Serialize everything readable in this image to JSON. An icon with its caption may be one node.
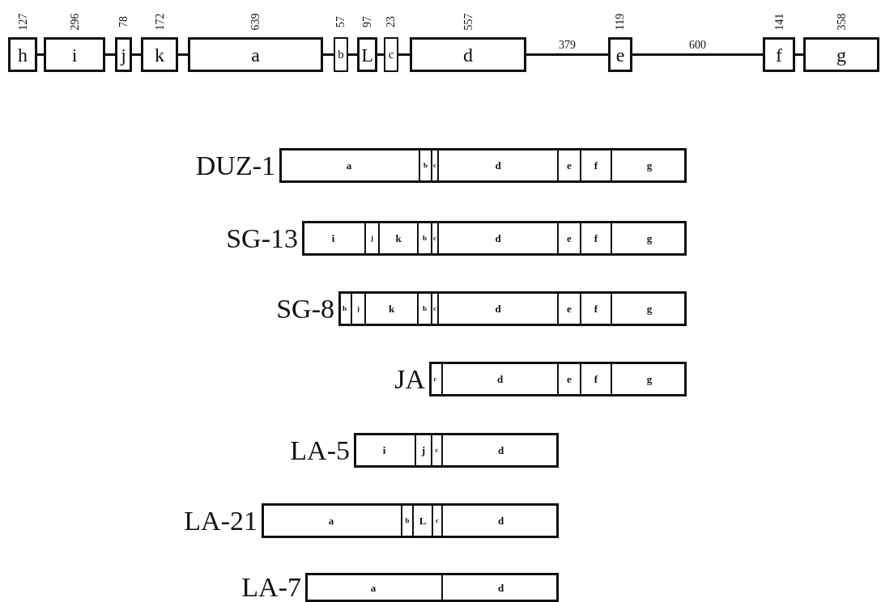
{
  "diagram": {
    "nodes": [
      {
        "text": [
          "h"
        ],
        "beside": [
          "127"
        ]
      },
      {
        "text": [
          "i"
        ],
        "beside": [
          "296"
        ]
      },
      {
        "text": [
          "j"
        ],
        "beside": [
          "78"
        ]
      },
      {
        "text": [
          "k"
        ],
        "beside": [
          "172"
        ]
      },
      {
        "text": [
          "a"
        ],
        "beside": [
          "639"
        ]
      },
      {
        "text": [
          "b"
        ],
        "beside": [
          "57"
        ]
      },
      {
        "text": [
          "L"
        ],
        "beside": [
          "97"
        ]
      },
      {
        "text": [
          "c"
        ],
        "beside": [
          "23"
        ]
      },
      {
        "text": [
          "d"
        ],
        "beside": [
          "557"
        ]
      },
      {
        "text": [
          "e"
        ],
        "beside": [
          "119"
        ]
      },
      {
        "text": [
          "f"
        ],
        "beside": [
          "141"
        ]
      },
      {
        "text": [
          "g"
        ],
        "beside": [
          "358"
        ]
      },
      {
        "text": [
          "DUZ-1"
        ]
      },
      {
        "text": [
          "a"
        ],
        "in": 12
      },
      {
        "text": [
          "b"
        ],
        "in": 12
      },
      {
        "text": [
          "c"
        ],
        "in": 12
      },
      {
        "text": [
          "d"
        ],
        "in": 12
      },
      {
        "text": [
          "e"
        ],
        "in": 12
      },
      {
        "text": [
          "f"
        ],
        "in": 12
      },
      {
        "text": [
          "g"
        ],
        "in": 12
      },
      {
        "text": [
          "SG-13"
        ]
      },
      {
        "text": [
          "i"
        ],
        "in": 20
      },
      {
        "text": [
          "j"
        ],
        "in": 20
      },
      {
        "text": [
          "k"
        ],
        "in": 20
      },
      {
        "text": [
          "b"
        ],
        "in": 20
      },
      {
        "text": [
          "c"
        ],
        "in": 20
      },
      {
        "text": [
          "d"
        ],
        "in": 20
      },
      {
        "text": [
          "e"
        ],
        "in": 20
      },
      {
        "text": [
          "f"
        ],
        "in": 20
      },
      {
        "text": [
          "g"
        ],
        "in": 20
      },
      {
        "text": [
          "SG-8"
        ]
      },
      {
        "text": [
          "h"
        ],
        "in": 30
      },
      {
        "text": [
          "j"
        ],
        "in": 30
      },
      {
        "text": [
          "k"
        ],
        "in": 30
      },
      {
        "text": [
          "b"
        ],
        "in": 30
      },
      {
        "text": [
          "c"
        ],
        "in": 30
      },
      {
        "text": [
          "d"
        ],
        "in": 30
      },
      {
        "text": [
          "e"
        ],
        "in": 30
      },
      {
        "text": [
          "f"
        ],
        "in": 30
      },
      {
        "text": [
          "g"
        ],
        "in": 30
      },
      {
        "text": [
          "JA"
        ]
      },
      {
        "text": [
          "c"
        ],
        "in": 40
      },
      {
        "text": [
          "d"
        ],
        "in": 40
      },
      {
        "text": [
          "e"
        ],
        "in": 40
      },
      {
        "text": [
          "f"
        ],
        "in": 40
      },
      {
        "text": [
          "g"
        ],
        "in": 40
      },
      {
        "text": [
          "LA-5"
        ]
      },
      {
        "text": [
          "i"
        ],
        "in": 46
      },
      {
        "text": [
          "j"
        ],
        "in": 46
      },
      {
        "text": [
          "c"
        ],
        "in": 46
      },
      {
        "text": [
          "d"
        ],
        "in": 46
      },
      {
        "text": [
          "LA-21"
        ]
      },
      {
        "text": [
          "a"
        ],
        "in": 51
      },
      {
        "text": [
          "b"
        ],
        "in": 51
      },
      {
        "text": [
          "L"
        ],
        "in": 51
      },
      {
        "text": [
          "c"
        ],
        "in": 51
      },
      {
        "text": [
          "d"
        ],
        "in": 51
      },
      {
        "text": [
          "LA-7"
        ]
      },
      {
        "text": [
          "a"
        ],
        "in": 57
      },
      {
        "text": [
          "d"
        ],
        "in": 57
      }
    ],
    "edges": [
      {
        "from": 0,
        "to": 1,
        "arrow": "none"
      },
      {
        "from": 1,
        "to": 2,
        "arrow": "none"
      },
      {
        "from": 2,
        "to": 3,
        "arrow": "none"
      },
      {
        "from": 3,
        "to": 4,
        "arrow": "none"
      },
      {
        "from": 4,
        "to": 5,
        "arrow": "none"
      },
      {
        "from": 5,
        "to": 6,
        "arrow": "none"
      },
      {
        "from": 6,
        "to": 7,
        "arrow": "none"
      },
      {
        "from": 7,
        "to": 8,
        "arrow": "none"
      },
      {
        "from": 8,
        "to": 9,
        "arrow": "none",
        "label": "379"
      },
      {
        "from": 9,
        "to": 10,
        "arrow": "none",
        "label": "600"
      },
      {
        "from": 10,
        "to": 11,
        "arrow": "none"
      }
    ]
  }
}
